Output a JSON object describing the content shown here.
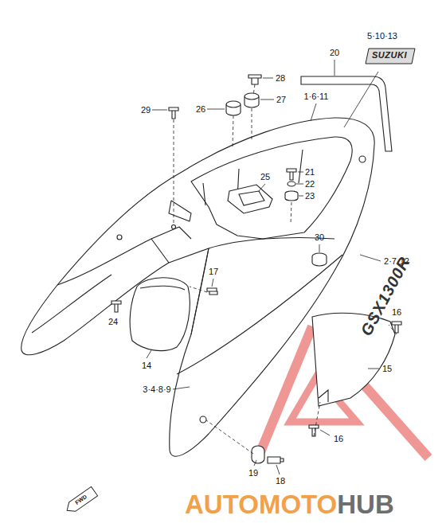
{
  "diagram": {
    "nodes": [
      {
        "text": [
          "SUZUKI"
        ]
      }
    ],
    "labels": [
      "5·10·13",
      "20",
      "28",
      "29",
      "26",
      "27",
      "1·6·11",
      "21",
      "22",
      "25",
      "23",
      "30",
      "2·7·12",
      "17",
      "24",
      "14",
      "16",
      "15",
      "3·4·8·9",
      "16",
      "19",
      "18",
      "GSX1300R",
      "FWD",
      "AUTOMOTO",
      "HUB"
    ]
  }
}
